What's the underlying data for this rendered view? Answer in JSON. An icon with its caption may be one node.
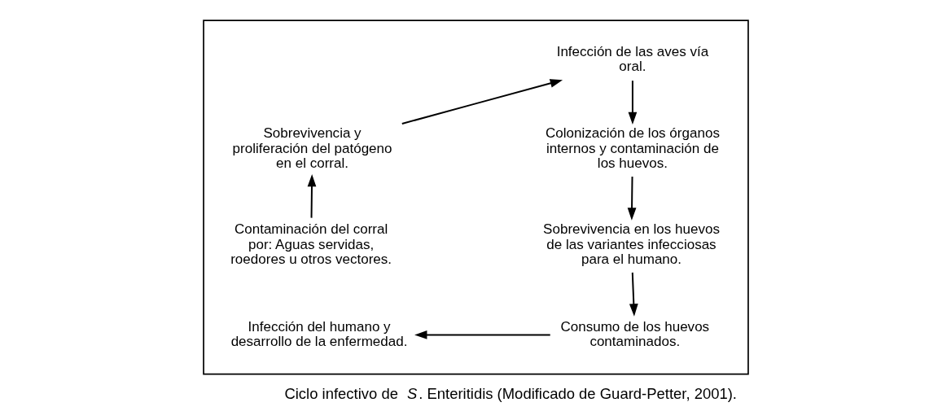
{
  "diagram": {
    "caption": "Ciclo infectivo de *S*. Enteritidis (Modificado de Guard-Petter, 2001).",
    "nodes": [
      {
        "text": [],
        "shape": "box"
      },
      {
        "text": [
          "Infección de las aves vía oral."
        ],
        "in": 0
      },
      {
        "text": [
          "Colonización de los órganos internos y contaminación de los huevos."
        ],
        "in": 0
      },
      {
        "text": [
          "Sobrevivencia en los huevos de las variantes infecciosas para el humano."
        ],
        "in": 0
      },
      {
        "text": [
          "Consumo de los huevos contaminados."
        ],
        "in": 0
      },
      {
        "text": [
          "Infección del humano y desarrollo de la enfermedad."
        ],
        "in": 0
      },
      {
        "text": [
          "Contaminación del corral por: Aguas servidas, roedores u otros vectores."
        ],
        "in": 0
      },
      {
        "text": [
          "Sobrevivencia y proliferación del patógeno en el corral."
        ],
        "in": 0
      }
    ],
    "edges": [
      {
        "from": 1,
        "to": 2,
        "arrow": "to"
      },
      {
        "from": 2,
        "to": 3,
        "arrow": "to"
      },
      {
        "from": 3,
        "to": 4,
        "arrow": "to"
      },
      {
        "from": 4,
        "to": 5,
        "arrow": "to"
      },
      {
        "from": 6,
        "to": 7,
        "arrow": "to"
      },
      {
        "from": 7,
        "to": 1,
        "arrow": "to"
      }
    ]
  }
}
